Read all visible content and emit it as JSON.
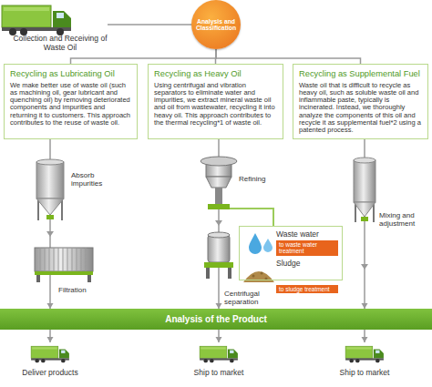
{
  "diagram": {
    "nodes": [
      {
        "text": [
          "Collection and Receiving of Waste Oil"
        ]
      },
      {
        "text": [
          "Analysis and Classification"
        ]
      },
      {
        "text": [
          "Recycling as Lubricating Oil",
          "We make better use of waste oil (such as machining oil, gear lubricant and quenching oil) by removing deteriorated components and impurities and returning it to customers. This approach contributes to the reuse of waste oil."
        ]
      },
      {
        "text": [
          "Recycling as Heavy Oil",
          "Using centrifugal and vibration separators to eliminate water and impurities, we extract mineral waste oil and oil from wastewater, recycling it into heavy oil. This approach contributes to the thermal recycling*1 of waste oil."
        ]
      },
      {
        "text": [
          "Recycling as Supplemental Fuel",
          "Waste oil that is difficult to recycle as heavy oil, such as soluble waste oil and inflammable paste, typically is incinerated. Instead, we thoroughly analyze the components of this oil and recycle it as supplemental fuel*2 using a patented process."
        ]
      },
      {
        "text": [
          "Waste water",
          "Sludge"
        ]
      },
      {
        "text": [
          "to waste water treatment"
        ],
        "in": 5
      },
      {
        "text": [
          "to sludge treatment"
        ],
        "in": 5
      },
      {
        "text": [
          "Analysis of the Product"
        ]
      },
      {
        "text": [
          "Deliver products"
        ]
      },
      {
        "text": [
          "Ship to market"
        ]
      },
      {
        "text": [
          "Ship to market"
        ]
      }
    ],
    "edges": [
      {
        "from": 0,
        "to": 1,
        "arrow": "none"
      },
      {
        "from": 1,
        "to": 2,
        "arrow": "none"
      },
      {
        "from": 1,
        "to": 3,
        "arrow": "none"
      },
      {
        "from": 1,
        "to": 4,
        "arrow": "none"
      },
      {
        "from": 2,
        "to": 8,
        "arrow": "to"
      },
      {
        "from": 3,
        "to": 8,
        "arrow": "to"
      },
      {
        "from": 4,
        "to": 8,
        "arrow": "to"
      },
      {
        "from": 8,
        "to": 9,
        "arrow": "to"
      },
      {
        "from": 8,
        "to": 10,
        "arrow": "to"
      },
      {
        "from": 8,
        "to": 11,
        "arrow": "to"
      }
    ],
    "labels": [
      "Absorb impurities",
      "Filtration",
      "Refining",
      "Centrifugal separation",
      "Mixing and adjustment"
    ]
  }
}
